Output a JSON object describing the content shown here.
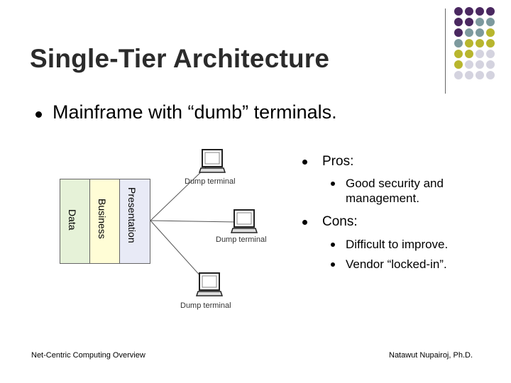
{
  "slide": {
    "title": "Single-Tier Architecture",
    "bullet": "Mainframe with “dumb” terminals.",
    "diagram": {
      "layers": [
        "Presentation",
        "Business",
        "Data"
      ],
      "terminal_label": "Dump terminal"
    },
    "pros": {
      "heading": "Pros:",
      "items": [
        "Good security and management."
      ]
    },
    "cons": {
      "heading": "Cons:",
      "items": [
        "Difficult to improve.",
        "Vendor “locked-in”."
      ]
    },
    "footer_left": "Net-Centric Computing Overview",
    "footer_right": "Natawut Nupairoj, Ph.D."
  },
  "colors": {
    "purple": "#4a2860",
    "teal": "#7d9a9e",
    "olive": "#b8b62e",
    "lavender": "#d4d3df",
    "layer_presentation": "#e8eaf6",
    "layer_business": "#fffdd6",
    "layer_data": "#e6f2d8"
  }
}
